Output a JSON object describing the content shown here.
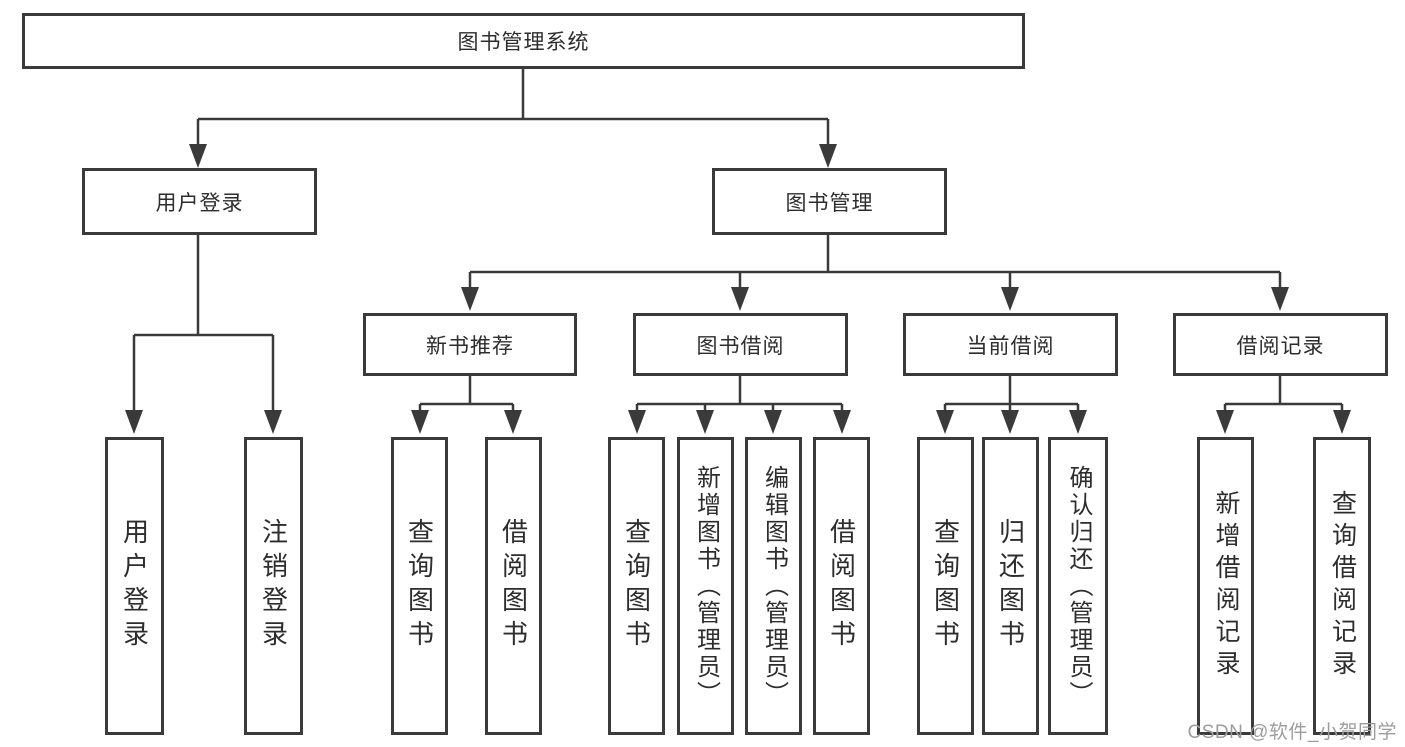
{
  "nodes": {
    "root": {
      "label": "图书管理系统"
    },
    "level1": [
      {
        "label": "用户登录"
      },
      {
        "label": "图书管理"
      }
    ],
    "level2": [
      {
        "label": "新书推荐"
      },
      {
        "label": "图书借阅"
      },
      {
        "label": "当前借阅"
      },
      {
        "label": "借阅记录"
      }
    ],
    "leaves": [
      {
        "label": "用户登录",
        "parent": "用户登录"
      },
      {
        "label": "注销登录",
        "parent": "用户登录"
      },
      {
        "label": "查询图书",
        "parent": "新书推荐"
      },
      {
        "label": "借阅图书",
        "parent": "新书推荐"
      },
      {
        "label": "查询图书",
        "parent": "图书借阅"
      },
      {
        "label": "新增图书（管理员）",
        "parent": "图书借阅"
      },
      {
        "label": "编辑图书（管理员）",
        "parent": "图书借阅"
      },
      {
        "label": "借阅图书",
        "parent": "图书借阅"
      },
      {
        "label": "查询图书",
        "parent": "当前借阅"
      },
      {
        "label": "归还图书",
        "parent": "当前借阅"
      },
      {
        "label": "确认归还（管理员）",
        "parent": "当前借阅"
      },
      {
        "label": "新增借阅记录",
        "parent": "借阅记录"
      },
      {
        "label": "查询借阅记录",
        "parent": "借阅记录"
      }
    ]
  },
  "watermark": "CSDN @软件_小贺同学",
  "colors": {
    "line": "#3a3a3a",
    "text": "#2d2d2d",
    "watermark": "#9d9d9d",
    "background": "#ffffff"
  }
}
